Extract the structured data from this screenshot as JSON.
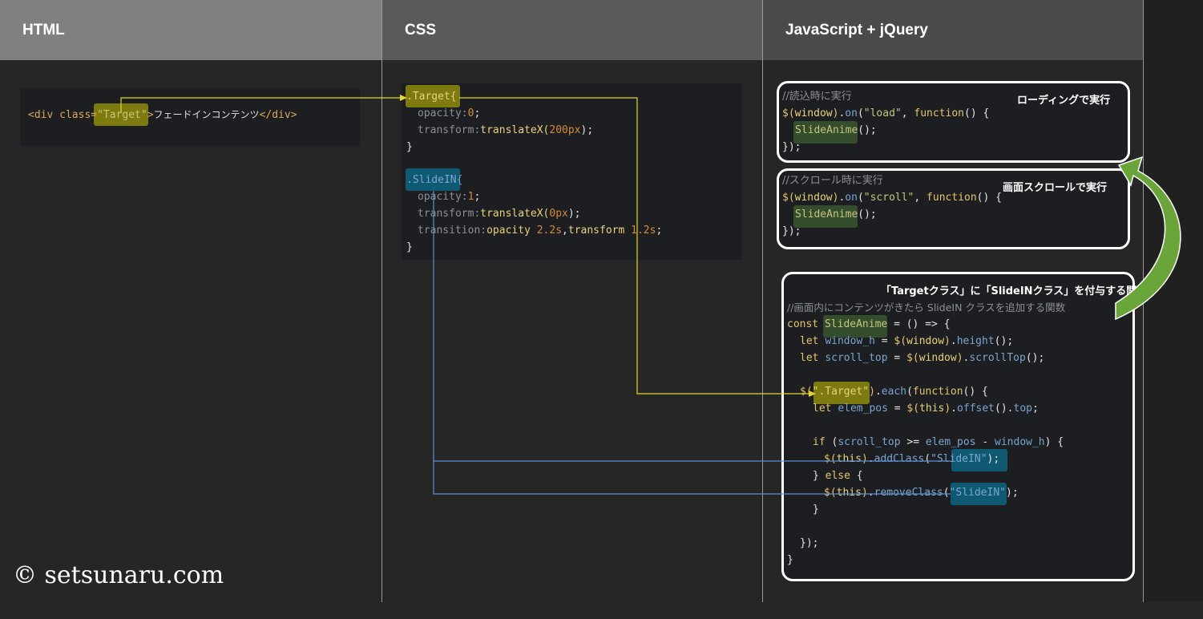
{
  "columns": {
    "html": "HTML",
    "css": "CSS",
    "js": "JavaScript + jQuery"
  },
  "html_code": {
    "open_tag": "<div class=",
    "class_value": "\"Target\"",
    "close_bracket": ">",
    "content": "フェードインコンテンツ",
    "end_tag": "</div>"
  },
  "css_code": {
    "target_selector": ".Target{",
    "target_opacity_prop": "opacity",
    "target_opacity_val": "0",
    "target_transform_prop": "transform",
    "target_transform_fn": "translateX(",
    "target_transform_val": "200px",
    "slidein_selector": ".SlideIN{",
    "slidein_opacity_val": "1",
    "slidein_transform_val": "0px",
    "transition_prop": "transition",
    "transition_val_1": "opacity 2.2s",
    "transition_val_2": "transform 1.2s",
    "close_brace": "}"
  },
  "js_load": {
    "comment": "//読込時に実行",
    "label": "ローディングで実行",
    "event": "\"load\"",
    "call": "SlideAnime"
  },
  "js_scroll": {
    "comment": "//スクロール時に実行",
    "label": "画面スクロールで実行",
    "event": "\"scroll\"",
    "call": "SlideAnime"
  },
  "js_func": {
    "label": "「Targetクラス」に「SlideINクラス」を付与する関数",
    "comment": "//画面内にコンテンツがきたら SlideIN クラスを追加する関数",
    "name": "SlideAnime",
    "var_window_h": "window_h",
    "var_scroll_top": "scroll_top",
    "target": "\".Target\"",
    "var_elem_pos": "elem_pos",
    "class_slidein": "\"SlideIN\""
  },
  "colors": {
    "yellow_highlight": "#7d7a0f",
    "blue_highlight": "#0f5a72",
    "green_highlight": "#344d2d",
    "green_arrow": "#6aa53a"
  },
  "copyright": "© setsunaru.com"
}
